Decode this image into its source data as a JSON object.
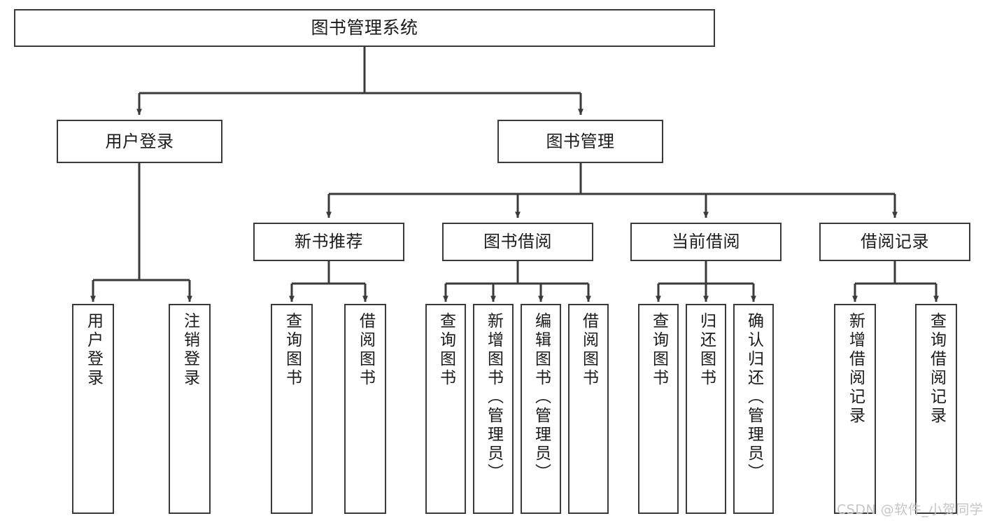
{
  "diagram": {
    "title": "图书管理系统",
    "type": "functional-structure-tree",
    "root": {
      "label": "图书管理系统"
    },
    "level2": [
      {
        "label": "用户登录"
      },
      {
        "label": "图书管理"
      }
    ],
    "level3": [
      {
        "label": "新书推荐"
      },
      {
        "label": "图书借阅"
      },
      {
        "label": "当前借阅"
      },
      {
        "label": "借阅记录"
      }
    ],
    "leaves_user_login": [
      {
        "label": "用户登录"
      },
      {
        "label": "注销登录"
      }
    ],
    "leaves_new_book": [
      {
        "label": "查询图书"
      },
      {
        "label": "借阅图书"
      }
    ],
    "leaves_borrow": [
      {
        "label": "查询图书"
      },
      {
        "label": "新增图书（管理员）"
      },
      {
        "label": "编辑图书（管理员）"
      },
      {
        "label": "借阅图书"
      }
    ],
    "leaves_current": [
      {
        "label": "查询图书"
      },
      {
        "label": "归还图书"
      },
      {
        "label": "确认归还（管理员）"
      }
    ],
    "leaves_record": [
      {
        "label": "新增借阅记录"
      },
      {
        "label": "查询借阅记录"
      }
    ]
  },
  "watermark": {
    "text": "CSDN @软件_小贺同学"
  },
  "colors": {
    "stroke": "#3a3a3a",
    "text": "#1b1b1b",
    "background": "#ffffff",
    "watermark": "#c6c6c6"
  }
}
